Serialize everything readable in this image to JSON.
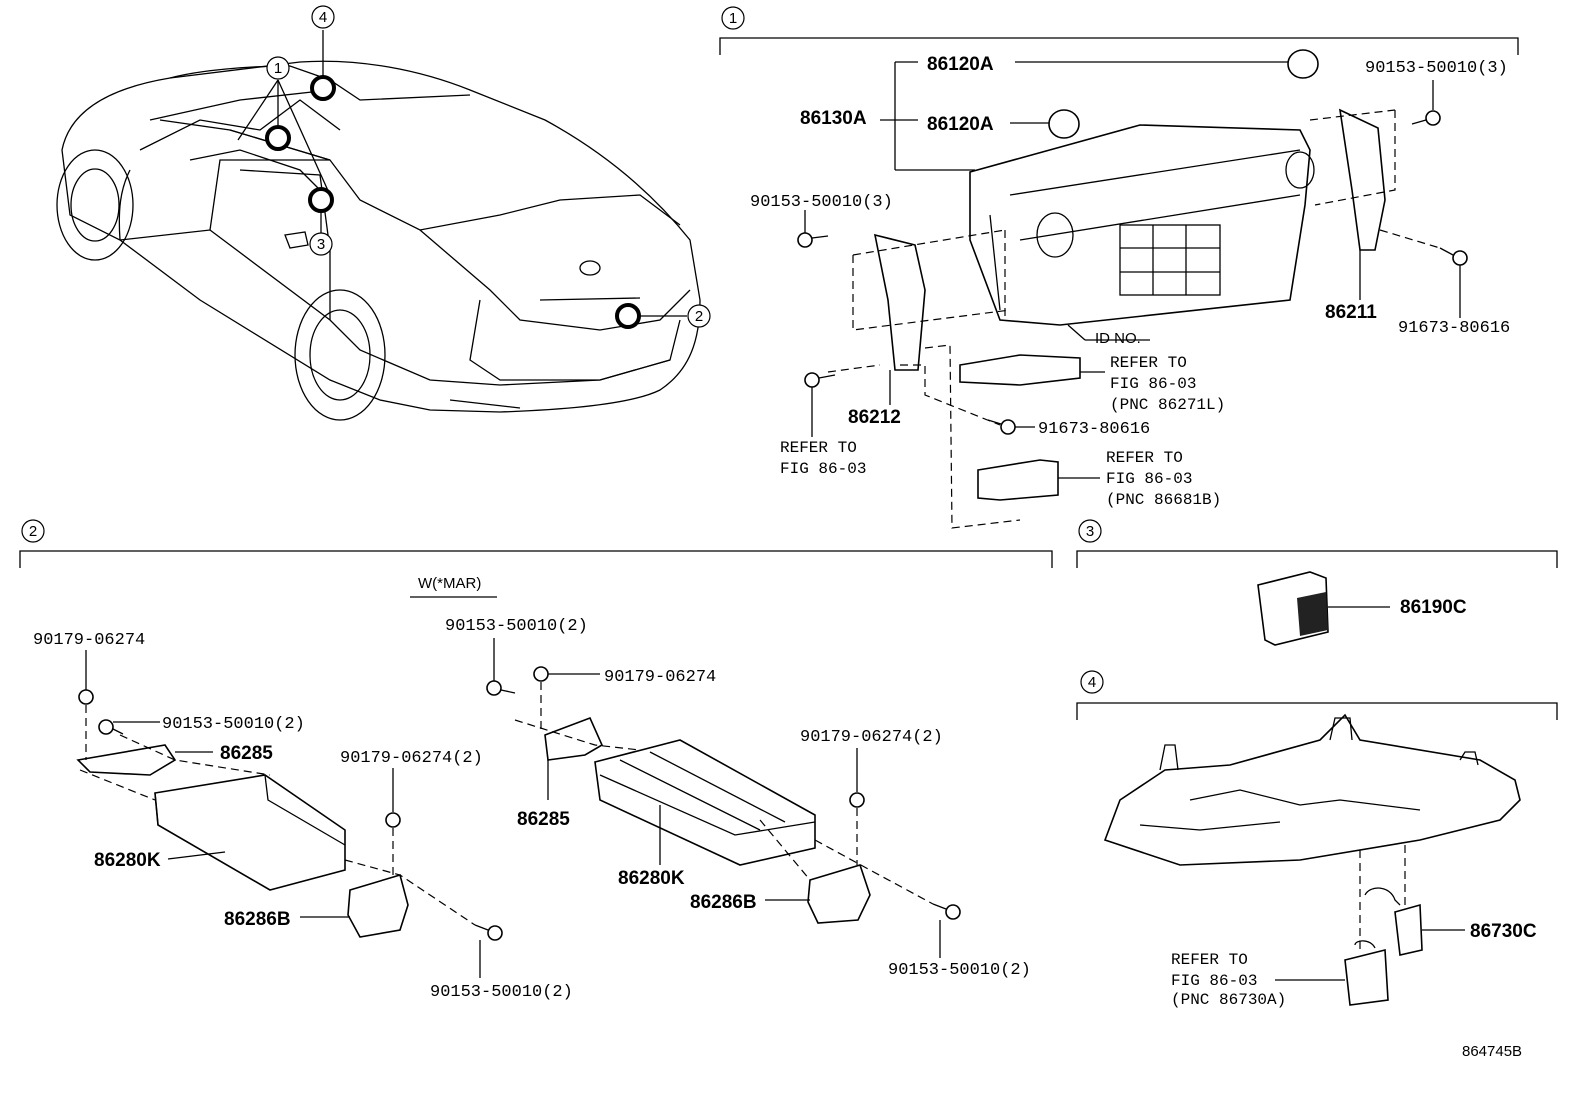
{
  "sections": {
    "s1": {
      "badge": "1"
    },
    "s2": {
      "badge": "2",
      "variant": "W(*MAR)"
    },
    "s3": {
      "badge": "3"
    },
    "s4": {
      "badge": "4"
    }
  },
  "car_callouts": [
    "4",
    "1",
    "3",
    "2"
  ],
  "section1": {
    "labels": {
      "p86120A_top": "86120A",
      "p86130A": "86130A",
      "p86120A_mid": "86120A",
      "p90153_tr": "90153-50010(3)",
      "p90153_left": "90153-50010(3)",
      "p86211": "86211",
      "p91673_r": "91673-80616",
      "id_no": "ID NO.",
      "ref1_l1": "REFER TO",
      "ref1_l2": "FIG 86-03",
      "ref1_l3": "(PNC 86271L)",
      "p86212": "86212",
      "p91673_c": "91673-80616",
      "ref2_l1": "REFER TO",
      "ref2_l2": "FIG 86-03",
      "ref3_l1": "REFER TO",
      "ref3_l2": "FIG 86-03",
      "ref3_l3": "(PNC 86681B)"
    }
  },
  "section2": {
    "labels": {
      "l_90179": "90179-06274",
      "l_90153": "90153-50010(2)",
      "l_86285": "86285",
      "l_90179_2": "90179-06274(2)",
      "l_86280K": "86280K",
      "l_86286B": "86286B",
      "l_90153_b": "90153-50010(2)",
      "r_90153": "90153-50010(2)",
      "r_90179": "90179-06274",
      "r_86285": "86285",
      "r_90179_2": "90179-06274(2)",
      "r_86280K": "86280K",
      "r_86286B": "86286B",
      "r_90153_b": "90153-50010(2)"
    }
  },
  "section3": {
    "labels": {
      "p86190C": "86190C"
    }
  },
  "section4": {
    "labels": {
      "p86730C": "86730C",
      "ref_l1": "REFER TO",
      "ref_l2": "FIG 86-03",
      "ref_l3": "(PNC 86730A)"
    }
  },
  "figure_id": "864745B"
}
